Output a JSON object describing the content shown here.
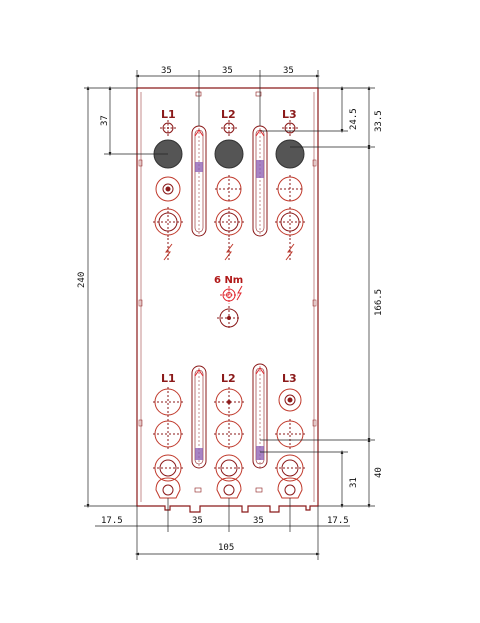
{
  "drawing": {
    "colors": {
      "outline": "#8b1a1a",
      "dimension": "#222222",
      "accent": "#e0282f",
      "violet": "#8a5ab0",
      "dark_fill": "#555555"
    },
    "phase_labels_top": [
      "L1",
      "L2",
      "L3"
    ],
    "phase_labels_bottom": [
      "L1",
      "L2",
      "L3"
    ],
    "torque_label": "6 Nm",
    "icons": [
      "lightning-icon",
      "ground-screw-icon",
      "crosshair-icon"
    ],
    "dimensions": {
      "top_spacing": [
        "35",
        "35",
        "35"
      ],
      "left_top": "37",
      "left_total": "240",
      "right_top_a": "24.5",
      "right_top_b": "33.5",
      "right_middle": "166.5",
      "right_bottom_a": "31",
      "right_bottom_b": "40",
      "bottom_left": "17.5",
      "bottom_spacing": [
        "35",
        "35"
      ],
      "bottom_right": "17.5",
      "bottom_total": "105"
    }
  }
}
